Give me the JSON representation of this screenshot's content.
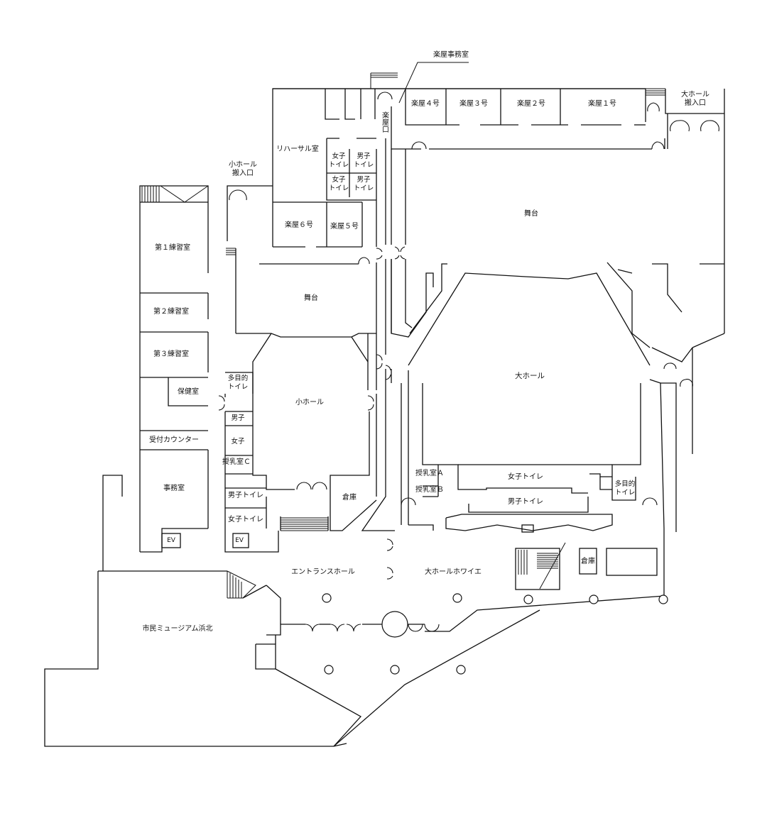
{
  "rooms": {
    "gakuya_office": "楽屋事務室",
    "gakuya4": "楽屋４号",
    "gakuya3": "楽屋３号",
    "gakuya2": "楽屋２号",
    "gakuya1": "楽屋１号",
    "large_load_1": "大ホール",
    "large_load_2": "搬入口",
    "gakuya_entrance": "楽屋口",
    "rehearsal": "リハーサル室",
    "women_wc_a_1": "女子",
    "women_wc_a_2": "トイレ",
    "men_wc_a_1": "男子",
    "men_wc_a_2": "トイレ",
    "women_wc_b_1": "女子",
    "women_wc_b_2": "トイレ",
    "men_wc_b_1": "男子",
    "men_wc_b_2": "トイレ",
    "small_load_1": "小ホール",
    "small_load_2": "搬入口",
    "gakuya6": "楽屋６号",
    "gakuya5": "楽屋５号",
    "stage_large": "舞台",
    "practice1": "第１練習室",
    "practice2": "第２練習室",
    "practice3": "第３練習室",
    "health": "保健室",
    "reception": "受付カウンター",
    "office": "事務室",
    "ev1": "EV",
    "stage_small": "舞台",
    "multi_wc_1": "多目的",
    "multi_wc_2": "トイレ",
    "small_hall": "小ホール",
    "men": "男子",
    "women": "女子",
    "nursing_c": "授乳室Ｃ",
    "men_wc": "男子トイレ",
    "women_wc": "女子トイレ",
    "ev2": "EV",
    "storage_small": "倉庫",
    "large_hall": "大ホール",
    "nursing_a": "授乳室Ａ",
    "nursing_b": "授乳室Ｂ",
    "large_women_wc": "女子トイレ",
    "large_men_wc": "男子トイレ",
    "large_multi_wc_1": "多目的",
    "large_multi_wc_2": "トイレ",
    "entrance_hall": "エントランスホール",
    "foyer": "大ホールホワイエ",
    "storage_foyer": "倉庫",
    "museum": "市民ミュージアム浜北"
  }
}
